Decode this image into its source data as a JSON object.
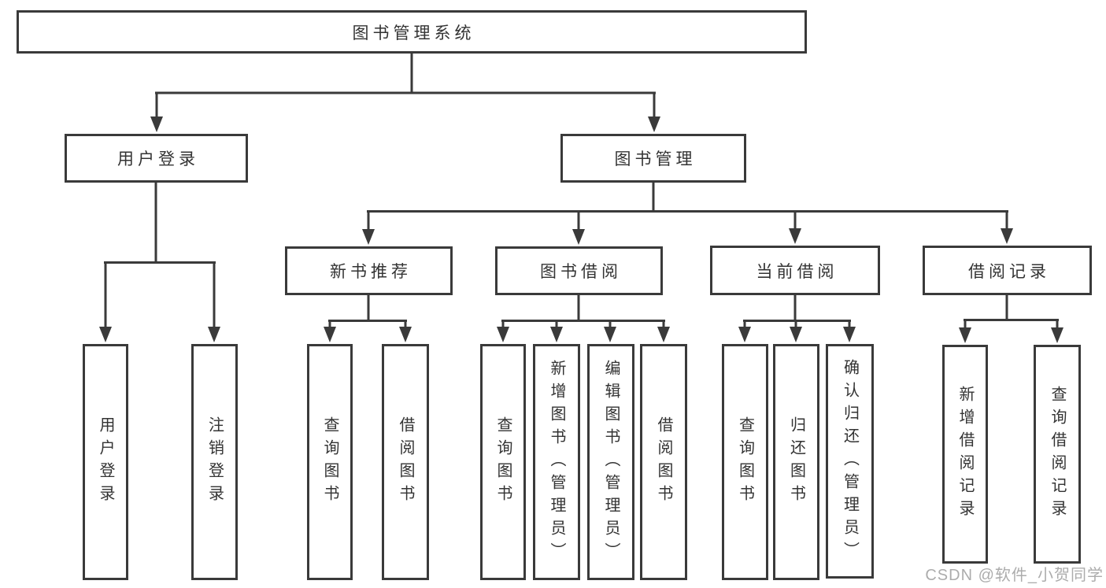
{
  "diagram": {
    "type": "hierarchy-tree",
    "nodes": {
      "root": "图书管理系统",
      "level2": [
        "用户登录",
        "图书管理"
      ],
      "level3": [
        "新书推荐",
        "图书借阅",
        "当前借阅",
        "借阅记录"
      ],
      "leaves": [
        "用户登录",
        "注销登录",
        "查询图书",
        "借阅图书",
        "查询图书",
        "新增图书（管理员）",
        "编辑图书（管理员）",
        "借阅图书",
        "查询图书",
        "归还图书",
        "确认归还（管理员）",
        "新增借阅记录",
        "查询借阅记录"
      ]
    },
    "hierarchy": {
      "图书管理系统": [
        "用户登录",
        "图书管理"
      ],
      "用户登录": [
        "用户登录",
        "注销登录"
      ],
      "图书管理": [
        "新书推荐",
        "图书借阅",
        "当前借阅",
        "借阅记录"
      ],
      "新书推荐": [
        "查询图书",
        "借阅图书"
      ],
      "图书借阅": [
        "查询图书",
        "新增图书（管理员）",
        "编辑图书（管理员）",
        "借阅图书"
      ],
      "当前借阅": [
        "查询图书",
        "归还图书",
        "确认归还（管理员）"
      ],
      "借阅记录": [
        "新增借阅记录",
        "查询借阅记录"
      ]
    },
    "colors": {
      "line": "#3a3a3a",
      "box_border": "#3a3a3a",
      "box_fill": "#ffffff",
      "text": "#333333",
      "background": "#ffffff",
      "watermark_text_color": "#9e9e9e"
    }
  },
  "watermark": {
    "text": "CSDN @软件_小贺同学"
  }
}
